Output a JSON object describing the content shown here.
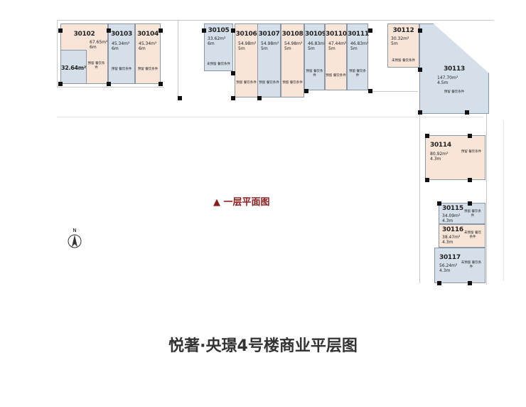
{
  "subtitle": "▲  一层平面图",
  "title": "悦著·央璟4号楼商业平层图",
  "north_label": "N",
  "colors": {
    "peach": "#f9e4d8",
    "blue": "#d5dfe9",
    "title": "#333333",
    "subtitle": "#8b1c1c"
  },
  "units": [
    {
      "id": "30102",
      "area": "67.65m²",
      "height": "6m",
      "note": "预留 餐饮条件",
      "color": "peach"
    },
    {
      "id": "",
      "area": "32.64m²",
      "height": "",
      "note": "",
      "color": "blue"
    },
    {
      "id": "30103",
      "area": "45.34m²",
      "height": "6m",
      "note": "预留 餐饮条件",
      "color": "blue"
    },
    {
      "id": "30104",
      "area": "45.34m²",
      "height": "6m",
      "note": "预留 餐饮条件",
      "color": "peach"
    },
    {
      "id": "30105",
      "area": "33.62m²",
      "height": "6m",
      "note": "未预留 餐饮条件",
      "color": "blue"
    },
    {
      "id": "30106",
      "area": "54.98m²",
      "height": "5m",
      "note": "预留 餐饮条件",
      "color": "peach"
    },
    {
      "id": "30107",
      "area": "54.98m²",
      "height": "5m",
      "note": "预留 餐饮条件",
      "color": "blue"
    },
    {
      "id": "30108",
      "area": "54.98m²",
      "height": "5m",
      "note": "预留 餐饮条件",
      "color": "peach"
    },
    {
      "id": "30109",
      "area": "46.83m²",
      "height": "5m",
      "note": "预留 餐饮条件",
      "color": "blue"
    },
    {
      "id": "30110",
      "area": "47.44m²",
      "height": "5m",
      "note": "预留 餐饮条件",
      "color": "peach"
    },
    {
      "id": "30111",
      "area": "46.83m²",
      "height": "5m",
      "note": "预留 餐饮条件",
      "color": "blue"
    },
    {
      "id": "30112",
      "area": "30.32m²",
      "height": "5m",
      "note": "未预留 餐饮条件",
      "color": "peach"
    },
    {
      "id": "30113",
      "area": "147.70m²",
      "height": "4.5m",
      "note": "预留 餐饮条件",
      "color": "blue"
    },
    {
      "id": "30114",
      "area": "80.92m²",
      "height": "4.3m",
      "note": "预留 餐饮条件",
      "color": "peach"
    },
    {
      "id": "30115",
      "area": "34.09m²",
      "height": "4.3m",
      "note": "预留 餐饮条件",
      "color": "blue"
    },
    {
      "id": "30116",
      "area": "38.47m²",
      "height": "4.3m",
      "note": "未预留 餐饮条件",
      "color": "peach"
    },
    {
      "id": "30117",
      "area": "56.24m²",
      "height": "4.3m",
      "note": "未预留 餐饮条件",
      "color": "blue"
    }
  ]
}
